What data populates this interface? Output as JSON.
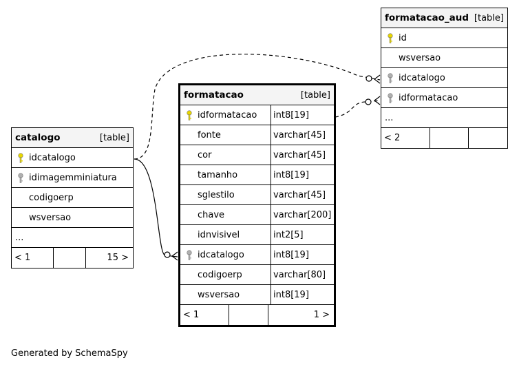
{
  "tables": {
    "catalogo": {
      "name": "catalogo",
      "kind": "[table]",
      "columns": [
        {
          "name": "idcatalogo",
          "icon": "primary-key-icon"
        },
        {
          "name": "idimagemminiatura",
          "icon": "foreign-key-icon"
        },
        {
          "name": "codigoerp",
          "icon": ""
        },
        {
          "name": "wsversao",
          "icon": ""
        }
      ],
      "more": "...",
      "footer": {
        "parents": "< 1",
        "children": "15 >"
      }
    },
    "formatacao": {
      "name": "formatacao",
      "kind": "[table]",
      "columns": [
        {
          "name": "idformatacao",
          "type": "int8[19]",
          "icon": "primary-key-icon"
        },
        {
          "name": "fonte",
          "type": "varchar[45]",
          "icon": ""
        },
        {
          "name": "cor",
          "type": "varchar[45]",
          "icon": ""
        },
        {
          "name": "tamanho",
          "type": "int8[19]",
          "icon": ""
        },
        {
          "name": "sglestilo",
          "type": "varchar[45]",
          "icon": ""
        },
        {
          "name": "chave",
          "type": "varchar[200]",
          "icon": ""
        },
        {
          "name": "idnvisivel",
          "type": "int2[5]",
          "icon": ""
        },
        {
          "name": "idcatalogo",
          "type": "int8[19]",
          "icon": "foreign-key-icon"
        },
        {
          "name": "codigoerp",
          "type": "varchar[80]",
          "icon": ""
        },
        {
          "name": "wsversao",
          "type": "int8[19]",
          "icon": ""
        }
      ],
      "footer": {
        "parents": "< 1",
        "children": "1 >"
      }
    },
    "formatacao_aud": {
      "name": "formatacao_aud",
      "kind": "[table]",
      "columns": [
        {
          "name": "id",
          "icon": "primary-key-icon"
        },
        {
          "name": "wsversao",
          "icon": ""
        },
        {
          "name": "idcatalogo",
          "icon": "foreign-key-icon"
        },
        {
          "name": "idformatacao",
          "icon": "foreign-key-icon"
        }
      ],
      "more": "...",
      "footer": {
        "parents": "< 2",
        "children": ""
      }
    }
  },
  "caption": "Generated by SchemaSpy",
  "colors": {
    "primary_key": "#e8d600",
    "foreign_key": "#b0b0b0",
    "header_bg": "#f4f4f4"
  }
}
